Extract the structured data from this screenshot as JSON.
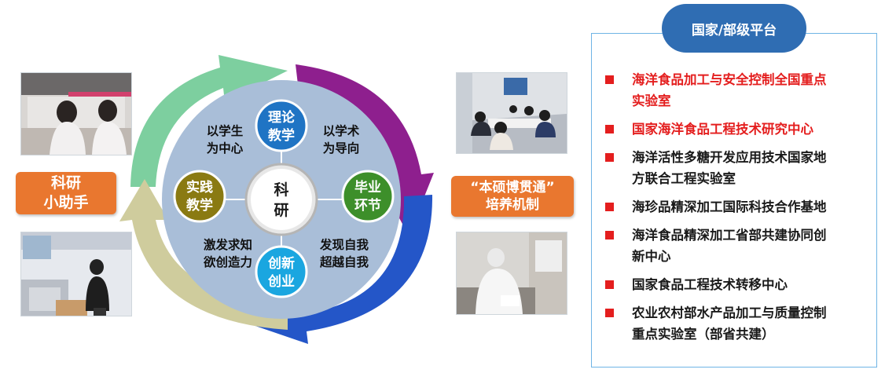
{
  "left": {
    "box_line1": "科研",
    "box_line2": "小助手"
  },
  "right": {
    "box_line1": "“本硕博贯通”",
    "box_line2": "培养机制"
  },
  "diagram": {
    "center_line1": "科",
    "center_line2": "研",
    "nodes": {
      "top": [
        "理论",
        "教学"
      ],
      "right": [
        "毕业",
        "环节"
      ],
      "bottom": [
        "创新",
        "创业"
      ],
      "left": [
        "实践",
        "教学"
      ]
    },
    "quadrants": {
      "top_left": [
        "以学生",
        "为中心"
      ],
      "top_right": [
        "以学术",
        "为导向"
      ],
      "bottom_left": [
        "激发求知",
        "欲创造力"
      ],
      "bottom_right": [
        "发现自我",
        "超越自我"
      ]
    }
  },
  "platform": {
    "title": "国家/部级平台",
    "items": [
      {
        "lines": [
          "海洋食品加工与安全控制全国重点",
          "实验室"
        ],
        "highlight": true
      },
      {
        "lines": [
          "国家海洋食品工程技术研究中心"
        ],
        "highlight": true
      },
      {
        "lines": [
          "海洋活性多糖开发应用技术国家地",
          "方联合工程实验室"
        ],
        "highlight": false
      },
      {
        "lines": [
          "海珍品精深加工国际科技合作基地"
        ],
        "highlight": false
      },
      {
        "lines": [
          "海洋食品精深加工省部共建协同创",
          "新中心"
        ],
        "highlight": false
      },
      {
        "lines": [
          "国家食品工程技术转移中心"
        ],
        "highlight": false
      },
      {
        "lines": [
          "农业农村部水产品加工与质量控制",
          "重点实验室（部省共建）"
        ],
        "highlight": false
      }
    ]
  },
  "colors": {
    "orange": "#e9772f",
    "red": "#e41e1e",
    "title_blue": "#2f6db3",
    "arrow_green": "#7dcf9f",
    "arrow_purple": "#8e1f8e",
    "arrow_blue": "#2456c8",
    "arrow_tan": "#cfcc9d",
    "disc": "#a9bed8",
    "node_blue": "#1f74c4",
    "node_green": "#3d8f2a",
    "node_olive": "#8a7a12",
    "node_cyan": "#1aa6e0"
  }
}
